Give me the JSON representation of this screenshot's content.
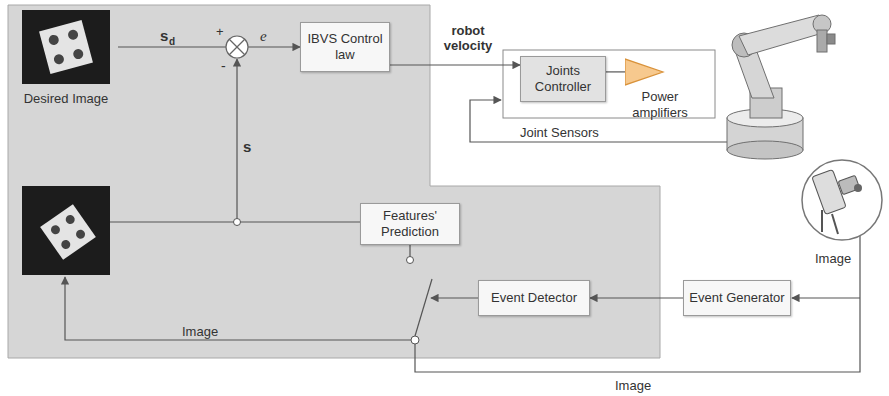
{
  "diagram": {
    "nodes": [
      {
        "text": [
          "Desired Image"
        ]
      },
      {
        "text": [
          "IBVS Control law"
        ]
      },
      {
        "text": [
          "Joints Controller"
        ]
      },
      {
        "text": [
          "Power amplifiers"
        ]
      },
      {
        "text": [
          "Features' Prediction"
        ]
      },
      {
        "text": [
          "Event Detector"
        ]
      },
      {
        "text": [
          "Event Generator"
        ]
      }
    ],
    "edges": [
      {
        "from": 0,
        "to": 1,
        "arrow": "to"
      },
      {
        "from": 1,
        "to": 2,
        "label": "robot velocity",
        "arrow": "to"
      },
      {
        "from": 2,
        "to": 3,
        "arrow": "none"
      },
      {
        "from": 6,
        "to": 5,
        "arrow": "to"
      }
    ],
    "labels": [
      "s",
      "d",
      "+",
      "-",
      "e",
      "s",
      "Joint Sensors",
      "Image",
      "Image",
      "Image"
    ]
  }
}
